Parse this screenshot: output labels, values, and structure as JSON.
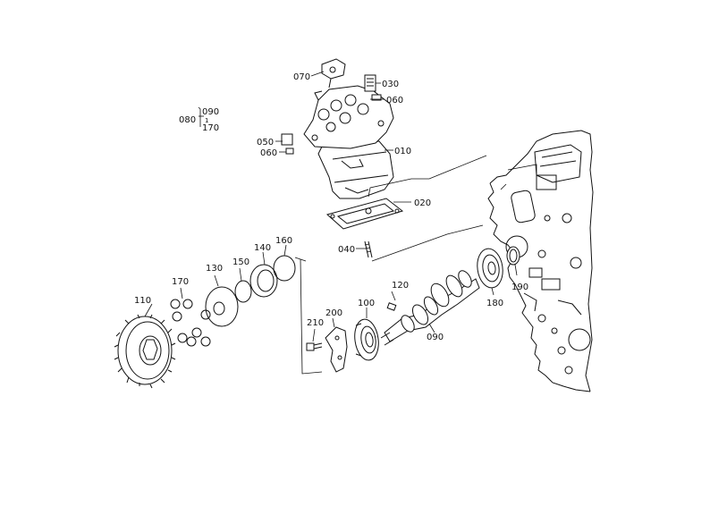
{
  "labels": {
    "l070": "070",
    "l030": "030",
    "l060a": "060",
    "l090a": "090",
    "l080": "080",
    "l1": "1",
    "l170a": "170",
    "l050": "050",
    "l060b": "060",
    "l010": "010",
    "l020": "020",
    "l040": "040",
    "l160": "160",
    "l140": "140",
    "l150": "150",
    "l130": "130",
    "l170b": "170",
    "l110": "110",
    "l120": "120",
    "l100": "100",
    "l200": "200",
    "l210": "210",
    "l090b": "090",
    "l180": "180",
    "l190": "190"
  }
}
